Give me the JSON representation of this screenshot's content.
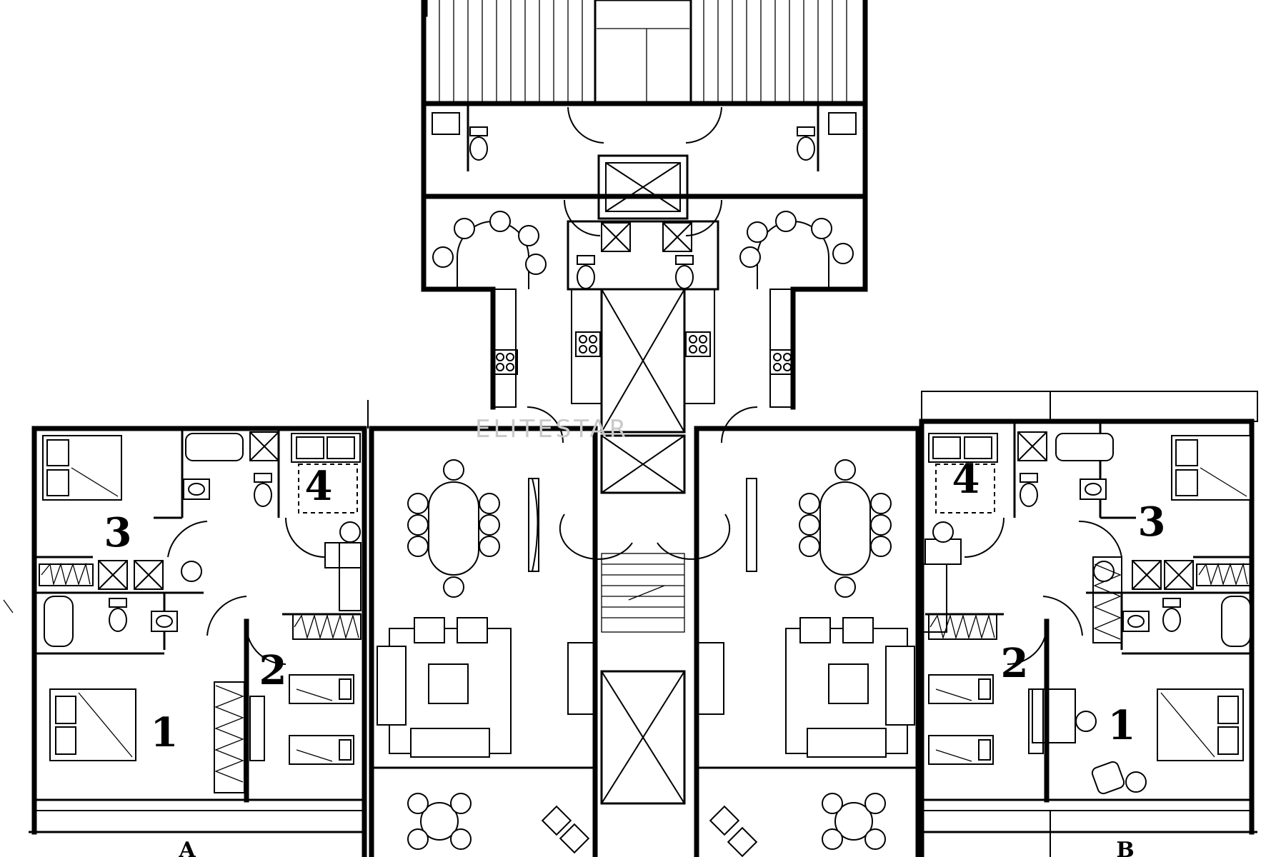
{
  "plan": {
    "unit_a": {
      "rooms": {
        "r1": "1",
        "r2": "2",
        "r3": "3",
        "r4": "4"
      },
      "marker": "A"
    },
    "unit_b": {
      "rooms": {
        "r1": "1",
        "r2": "2",
        "r3": "3",
        "r4": "4"
      },
      "marker": "B"
    },
    "watermark": "ELITESTAR"
  }
}
